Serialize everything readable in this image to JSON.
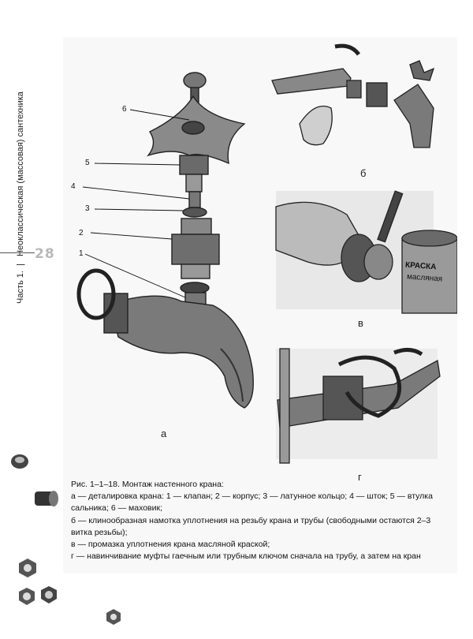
{
  "running_header": {
    "chapter": "Часть 1.",
    "section": "Неоклассическая (массовая) сантехника",
    "page_number": "28"
  },
  "figure": {
    "panel_labels": {
      "a": "а",
      "b": "б",
      "v": "в",
      "g": "г"
    },
    "callouts": [
      "6",
      "5",
      "4",
      "3",
      "2",
      "1"
    ],
    "can_label_1": "КРАСКА",
    "can_label_2": "масляная"
  },
  "caption": {
    "title": "Рис. 1–1–18. Монтаж настенного крана:",
    "lines": [
      "а — деталировка крана: 1 — клапан; 2 — корпус; 3 — латунное кольцо; 4 — шток; 5 — втулка сальника; 6 — маховик;",
      "б — клинообразная намотка уплотнения на резьбу крана и трубы (свободными остаются 2–3 витка резьбы);",
      "в — промазка уплотнения крана масляной краской;",
      "г — навинчивание муфты гаечным или трубным ключом сначала на трубу, а затем на кран"
    ]
  },
  "colors": {
    "panel_bg": "#f8f8f8",
    "ink": "#1a1a1a",
    "page_num": "#b8b8b8"
  }
}
